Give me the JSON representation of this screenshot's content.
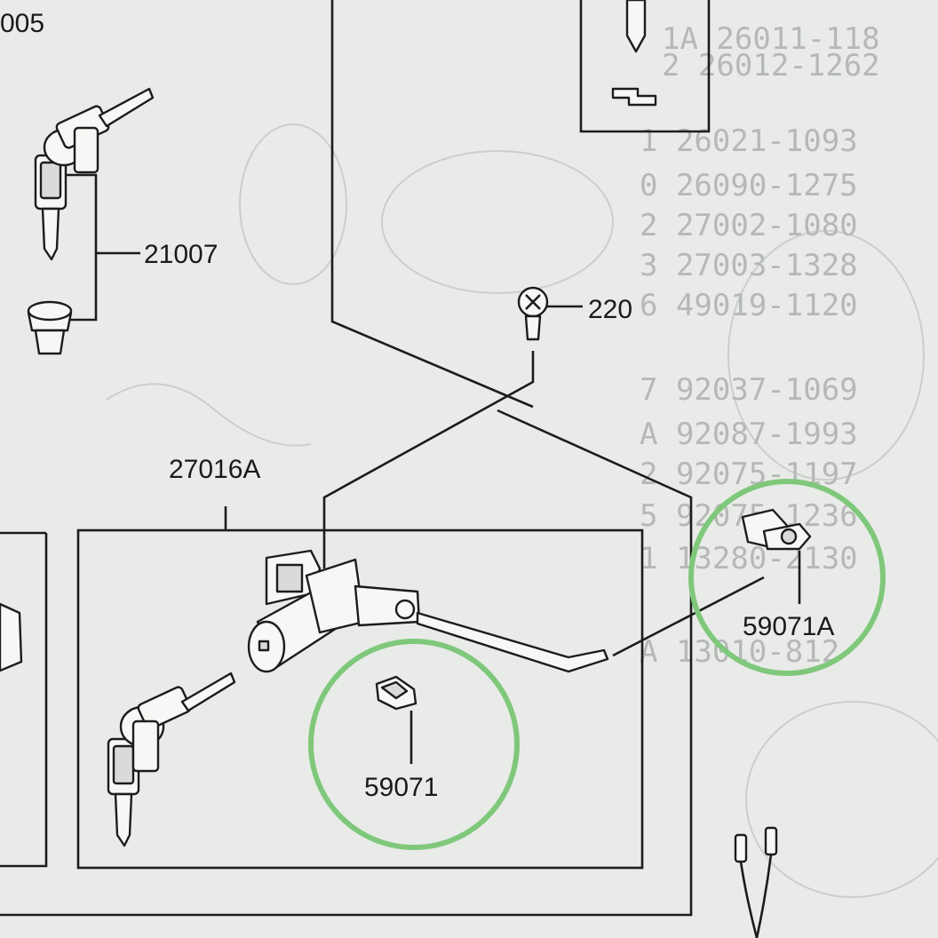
{
  "diagram": {
    "labels": {
      "top_left_partial": "005",
      "key_set": "21007",
      "screw": "220",
      "lock_assembly": "27016A",
      "clip_a": "59071A",
      "clip": "59071"
    },
    "highlight_color": "#7fc87b",
    "background_text": {
      "part_numbers": [
        "1A 26011-118",
        "2  26012-1262",
        "1  26021-1093",
        "0  26090-1275",
        "2  27002-1080",
        "3  27003-1328",
        "6  49019-1120",
        "7  92037-1069",
        "A  92087-1993",
        "2  92075-1197",
        "5  92075-1236",
        "1  13280-2130",
        "A  13010-812"
      ]
    }
  }
}
